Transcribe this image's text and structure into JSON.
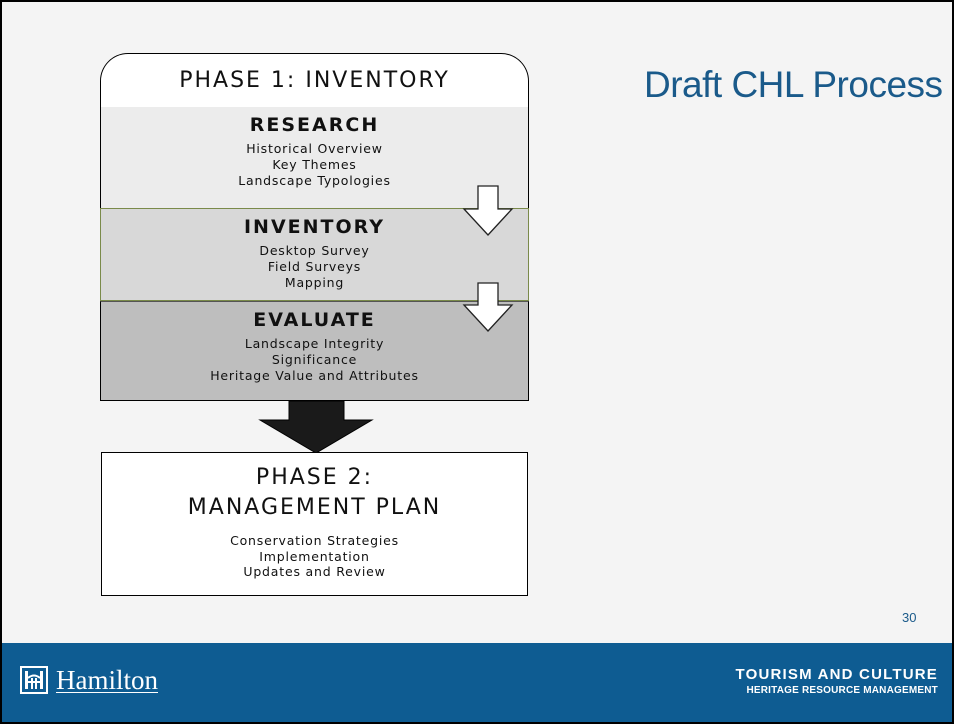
{
  "slide": {
    "title": "Draft CHL Process",
    "page_number": "30"
  },
  "diagram": {
    "phase1": {
      "header": "PHASE 1: INVENTORY",
      "sections": [
        {
          "heading": "RESEARCH",
          "items": [
            "Historical Overview",
            "Key Themes",
            "Landscape Typologies"
          ]
        },
        {
          "heading": "INVENTORY",
          "items": [
            "Desktop Survey",
            "Field Surveys",
            "Mapping"
          ]
        },
        {
          "heading": "EVALUATE",
          "items": [
            "Landscape Integrity",
            "Significance",
            "Heritage Value and Attributes"
          ]
        }
      ]
    },
    "phase2": {
      "title_line1": "PHASE 2:",
      "title_line2": "MANAGEMENT PLAN",
      "items": [
        "Conservation Strategies",
        "Implementation",
        "Updates and Review"
      ]
    }
  },
  "footer": {
    "logo_text": "Hamilton",
    "logo_icon": "hamilton-gate-logo-icon",
    "dept_line1": "TOURISM AND CULTURE",
    "dept_line2": "HERITAGE RESOURCE MANAGEMENT"
  },
  "colors": {
    "title": "#1a5a8a",
    "footer_bg": "#0e5c92",
    "research_bg": "#ececec",
    "inventory_bg": "#d8d8d8",
    "evaluate_bg": "#bebebe"
  }
}
